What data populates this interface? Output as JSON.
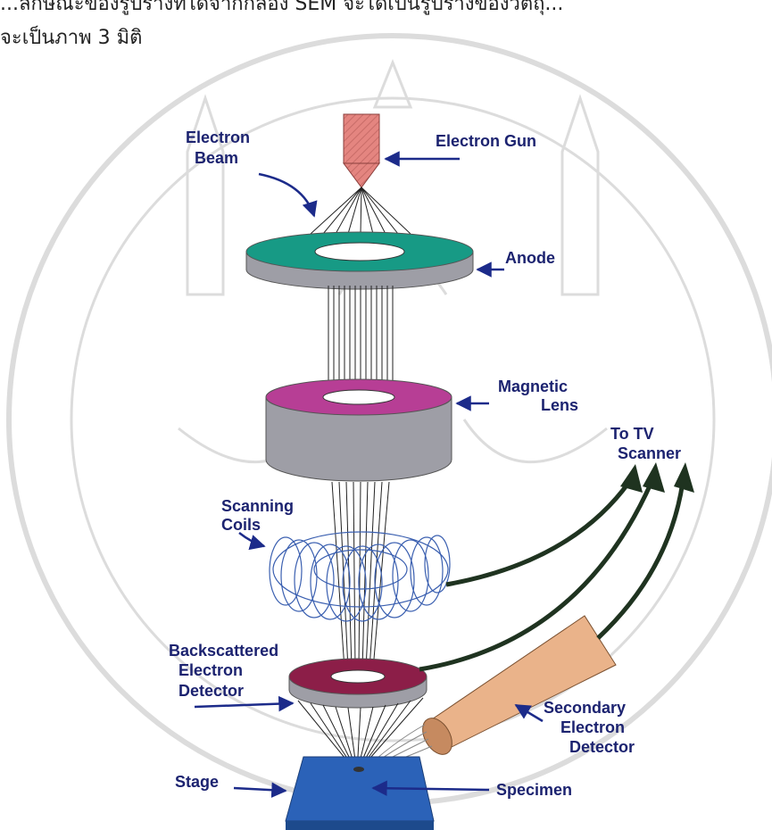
{
  "caption": {
    "line1": "...ลักษณะของรูปร่างที่ได้จากกล้อง SEM จะได้เป็นรูปร่างของวัตถุ...",
    "line2": "จะเป็นภาพ 3 มิติ"
  },
  "labels": {
    "electron_gun": "Electron Gun",
    "electron_beam_1": "Electron",
    "electron_beam_2": "Beam",
    "anode": "Anode",
    "magnetic_lens_1": "Magnetic",
    "magnetic_lens_2": "Lens",
    "to_tv_1": "To TV",
    "to_tv_2": "Scanner",
    "scanning_coils_1": "Scanning",
    "scanning_coils_2": "Coils",
    "backscattered_1": "Backscattered",
    "backscattered_2": "Electron",
    "backscattered_3": "Detector",
    "secondary_1": "Secondary",
    "secondary_2": "Electron",
    "secondary_3": "Detector",
    "stage": "Stage",
    "specimen": "Specimen"
  },
  "colors": {
    "label_text": "#1c2370",
    "arrow": "#1c2b8a",
    "gun": "#e48580",
    "anode_top": "#179a85",
    "lens_top": "#b73e95",
    "ring_side": "#9e9ea6",
    "coil": "#3a5fb0",
    "bse_top": "#8c1e48",
    "se_detector": "#eab38a",
    "stage": "#2b62b8",
    "signal_arrow": "#1f3320",
    "watermark": "#d8d8d8"
  }
}
